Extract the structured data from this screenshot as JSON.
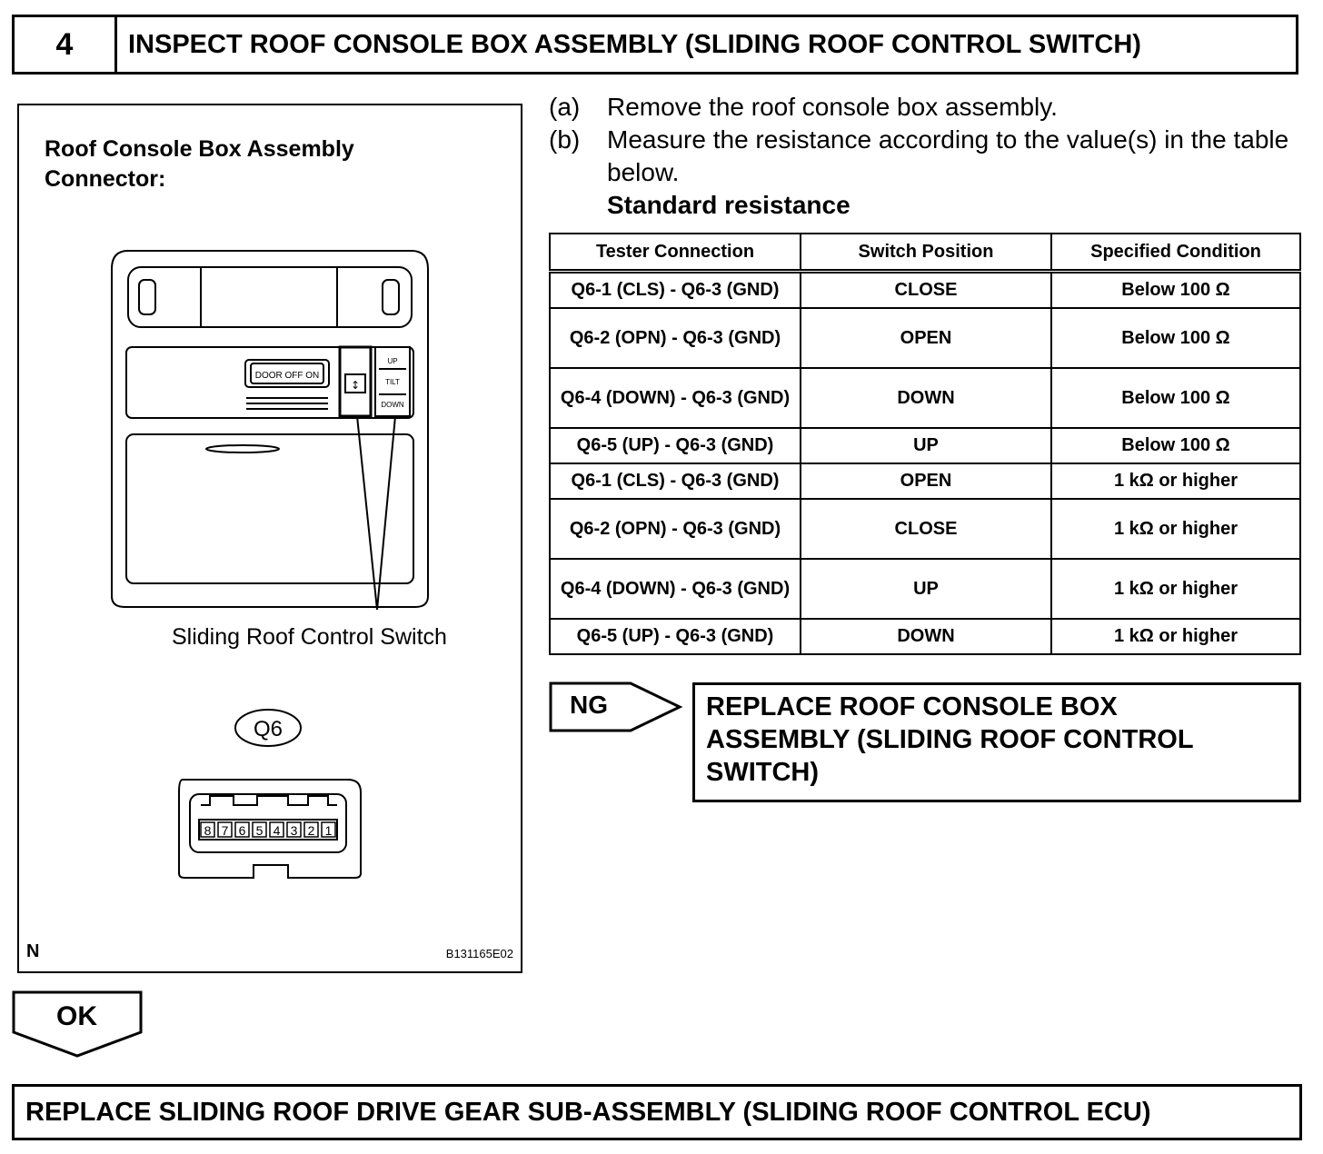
{
  "header": {
    "step_number": "4",
    "title": "INSPECT ROOF CONSOLE BOX ASSEMBLY (SLIDING ROOF CONTROL SWITCH)"
  },
  "figure": {
    "caption_line1": "Roof Console Box Assembly",
    "caption_line2": "Connector:",
    "switch_label": "Sliding Roof Control Switch",
    "connector_id": "Q6",
    "pins": [
      "8",
      "7",
      "6",
      "5",
      "4",
      "3",
      "2",
      "1"
    ],
    "console_door_switch_text": "DOOR  OFF  ON",
    "console_up_text": "UP",
    "console_tilt_text": "TILT",
    "console_down_text": "DOWN",
    "corner_mark": "N",
    "figure_code": "B131165E02"
  },
  "instructions": [
    {
      "key": "(a)",
      "text": "Remove the roof console box assembly."
    },
    {
      "key": "(b)",
      "text": "Measure the resistance according to the value(s) in the table below."
    }
  ],
  "standard_label": "Standard resistance",
  "table": {
    "headers": [
      "Tester Connection",
      "Switch Position",
      "Specified Condition"
    ],
    "rows": [
      [
        "Q6-1 (CLS) - Q6-3 (GND)",
        "CLOSE",
        "Below 100 Ω"
      ],
      [
        "Q6-2 (OPN) - Q6-3 (GND)",
        "OPEN",
        "Below 100 Ω"
      ],
      [
        "Q6-4 (DOWN) - Q6-3 (GND)",
        "DOWN",
        "Below 100 Ω"
      ],
      [
        "Q6-5 (UP) - Q6-3 (GND)",
        "UP",
        "Below 100 Ω"
      ],
      [
        "Q6-1 (CLS) - Q6-3 (GND)",
        "OPEN",
        "1 kΩ or higher"
      ],
      [
        "Q6-2 (OPN) - Q6-3 (GND)",
        "CLOSE",
        "1 kΩ or higher"
      ],
      [
        "Q6-4 (DOWN) - Q6-3 (GND)",
        "UP",
        "1 kΩ or higher"
      ],
      [
        "Q6-5 (UP) - Q6-3 (GND)",
        "DOWN",
        "1 kΩ or higher"
      ]
    ]
  },
  "ng": {
    "label": "NG",
    "line1": "REPLACE ROOF CONSOLE BOX",
    "line2": "ASSEMBLY (SLIDING ROOF CONTROL",
    "line3": "SWITCH)"
  },
  "ok": {
    "label": "OK"
  },
  "final_action": "REPLACE SLIDING ROOF DRIVE GEAR SUB-ASSEMBLY (SLIDING ROOF CONTROL ECU)"
}
